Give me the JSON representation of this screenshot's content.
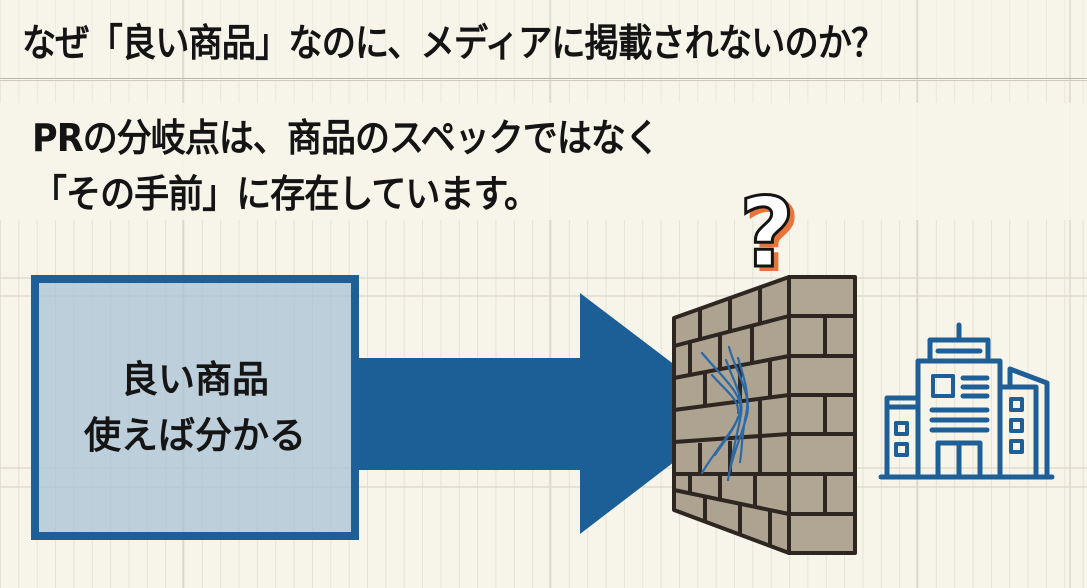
{
  "header": {
    "title": "なぜ「良い商品」なのに、メディアに掲載されないのか？"
  },
  "subtitle": {
    "line1": "PRの分岐点は、商品のスペックではなく",
    "line2": "「その手前」に存在しています。"
  },
  "diagram": {
    "product_box": {
      "line1": "良い商品",
      "line2": "使えば分かる"
    },
    "arrow": {
      "direction": "right",
      "label": ""
    },
    "wall": {
      "label": "",
      "icon": "brick-wall-icon"
    },
    "question_mark": {
      "glyph": "?",
      "icon": "question-mark-icon"
    },
    "destination": {
      "icon": "office-building-icon",
      "meaning": "media"
    }
  },
  "colors": {
    "background": "#f7f5ea",
    "grid_line": "#e3dfd2",
    "grid_major": "#d2cdbf",
    "primary_blue": "#1f5f97",
    "box_fill": "#a6c0d5",
    "brick_fill": "#aea291",
    "brick_outline": "#2e2621",
    "question_accent": "#e8743b",
    "text": "#141414"
  }
}
